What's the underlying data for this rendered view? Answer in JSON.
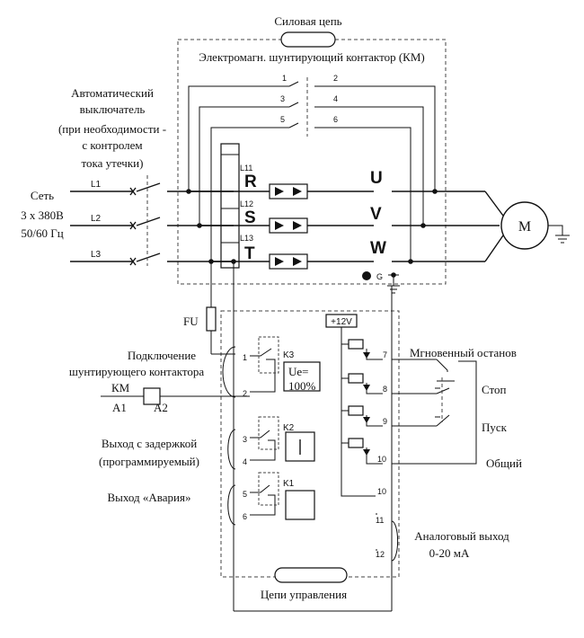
{
  "power_circuit": {
    "title": "Силовая цепь",
    "contactor_label": "Электромагн. шунтирующий контактор (КМ)",
    "contact_numbers": [
      "1",
      "2",
      "3",
      "4",
      "5",
      "6"
    ]
  },
  "breaker": {
    "line1": "Автоматический",
    "line2": "выключатель",
    "line3": "(при необходимости -",
    "line4": "с контролем",
    "line5": "тока утечки)"
  },
  "mains": {
    "line1": "Сеть",
    "line2": "3 х 380В",
    "line3": "50/60 Гц",
    "phases": [
      "L1",
      "L2",
      "L3"
    ]
  },
  "inputs": {
    "terminals": [
      "R",
      "S",
      "T"
    ],
    "small_labels": [
      "L11",
      "L12",
      "L13"
    ]
  },
  "outputs": {
    "terminals": [
      "U",
      "V",
      "W"
    ],
    "ground": "G"
  },
  "motor": {
    "label": "M"
  },
  "fuse": {
    "label": "FU"
  },
  "bypass": {
    "line1": "Подключение",
    "line2": "шунтирующего контактора",
    "coil": "КМ",
    "a1": "A1",
    "a2": "A2"
  },
  "relays": {
    "k3": "K3",
    "k3_rating_line1": "Ue=",
    "k3_rating_line2": "100%",
    "k2": "K2",
    "k1": "K1"
  },
  "delay_output": {
    "line1": "Выход с задержкой",
    "line2": "(программируемый)"
  },
  "alarm_output": {
    "label": "Выход «Авария»"
  },
  "relay_terminals": [
    "1",
    "2",
    "3",
    "4",
    "5",
    "6"
  ],
  "supply": {
    "label": "+12V"
  },
  "control_terminals": [
    "7",
    "8",
    "9",
    "10",
    "10",
    "11",
    "12"
  ],
  "commands": {
    "instant_stop": "Мгновенный останов",
    "stop": "Стоп",
    "start": "Пуск",
    "common": "Общий"
  },
  "analog": {
    "line1": "Аналоговый выход",
    "line2": "0-20 мА"
  },
  "control_circuit": {
    "title": "Цепи управления"
  }
}
